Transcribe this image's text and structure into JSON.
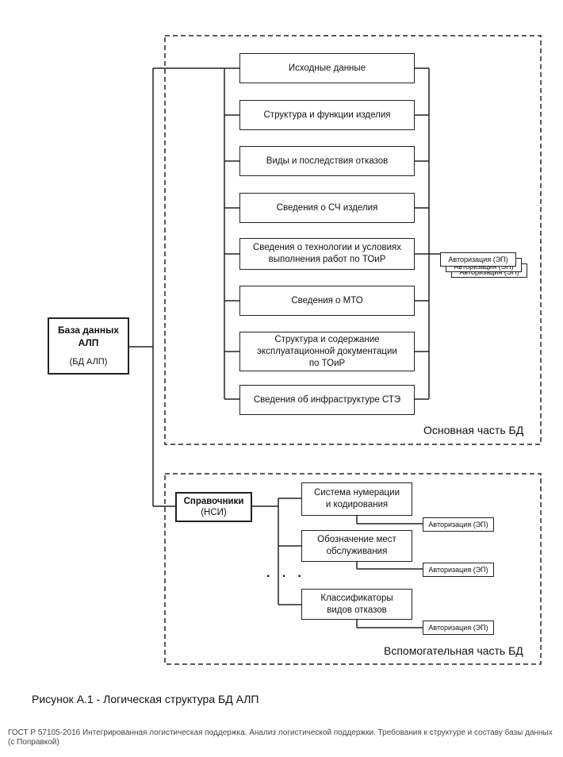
{
  "diagram": {
    "database_box": {
      "title": "База данных\nАЛП",
      "subtitle": "(БД АЛП)"
    },
    "main_part": {
      "label": "Основная часть БД",
      "items": [
        "Исходные данные",
        "Структура и функции изделия",
        "Виды и последствия отказов",
        "Сведения о СЧ изделия",
        "Сведения о технологии и условиях\nвыполнения работ по ТОиР",
        "Сведения о МТО",
        "Структура и содержание\nэксплуатационной документации\nпо ТОиР",
        "Сведения об инфраструктуре СТЭ"
      ],
      "authorization_label": "Авторизация (ЭП)"
    },
    "aux_part": {
      "label": "Вспомогательная часть БД",
      "reference_box": {
        "title": "Справочники",
        "subtitle": "(НСИ)"
      },
      "items": [
        {
          "label": "Система нумерации\nи кодирования",
          "auth": "Авторизация (ЭП)"
        },
        {
          "label": "Обозначение мест\nобслуживания",
          "auth": "Авторизация (ЭП)"
        },
        {
          "label": "Классификаторы\nвидов отказов",
          "auth": "Авторизация (ЭП)"
        }
      ],
      "ellipsis": "· · ·"
    }
  },
  "caption": "Рисунок А.1 - Логическая структура БД АЛП",
  "source_note": "ГОСТ Р 57105-2016 Интегрированная логистическая поддержка. Анализ логистической поддержки. Требования к структуре и составу базы данных (с Поправкой)"
}
